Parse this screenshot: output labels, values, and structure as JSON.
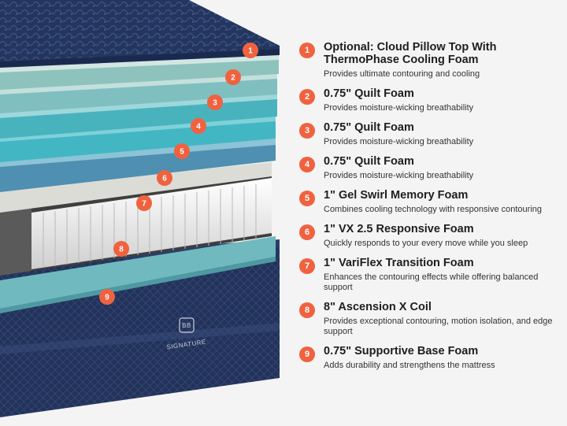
{
  "layers": [
    {
      "number": "1",
      "title": "Optional: Cloud Pillow Top With ThermoPhase Cooling Foam",
      "description": "Provides ultimate contouring and cooling"
    },
    {
      "number": "2",
      "title": "0.75\" Quilt Foam",
      "description": "Provides moisture-wicking breathability"
    },
    {
      "number": "3",
      "title": "0.75\" Quilt Foam",
      "description": "Provides moisture-wicking breathability"
    },
    {
      "number": "4",
      "title": "0.75\" Quilt Foam",
      "description": "Provides moisture-wicking breathability"
    },
    {
      "number": "5",
      "title": "1\" Gel Swirl Memory Foam",
      "description": "Combines cooling technology with responsive contouring"
    },
    {
      "number": "6",
      "title": "1\" VX 2.5 Responsive Foam",
      "description": "Quickly responds to your every move while you sleep"
    },
    {
      "number": "7",
      "title": "1\" VariFlex Transition Foam",
      "description": "Enhances the contouring effects while offering balanced support"
    },
    {
      "number": "8",
      "title": "8\" Ascension X Coil",
      "description": "Provides exceptional contouring, motion isolation, and edge support"
    },
    {
      "number": "9",
      "title": "0.75\" Supportive Base Foam",
      "description": "Adds durability and strengthens the mattress"
    }
  ],
  "brand": {
    "monogram": "BB",
    "label": "SIGNATURE"
  },
  "colors": {
    "badge": "#f0623f",
    "cover": "#1f2f55",
    "teal": "#43b6c4",
    "coil": "#e6e6e6"
  },
  "icons": {
    "badge": "numbered-circle",
    "logo": "brand-logo-icon"
  }
}
